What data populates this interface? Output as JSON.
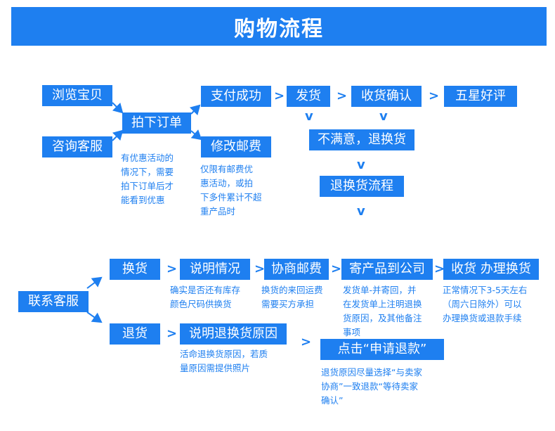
{
  "title": "购物流程",
  "flow1": {
    "browse": "浏览宝贝",
    "consult": "咨询客服",
    "place_order": "拍下订单",
    "pay_success": "支付成功",
    "ship": "发货",
    "confirm_receipt": "收货确认",
    "five_star": "五星好评",
    "modify_postage": "修改邮费",
    "unsatisfied": "不满意，退换货",
    "return_process": "退换货流程",
    "note_order": "有优惠活动的\n情况下，需要\n拍下订单后才\n能看到优惠",
    "note_postage": "仅限有邮费优\n惠活动，或拍\n下多件累计不超\n重产品时"
  },
  "flow2": {
    "contact": "联系客服",
    "exchange": "换货",
    "explain": "说明情况",
    "negotiate": "协商邮费",
    "send_back": "寄产品到公司",
    "receive_process": "收货 办理换货",
    "return": "退货",
    "explain_reason": "说明退换货原因",
    "apply_refund": "点击“申请退款”",
    "note_explain": "确实是否还有库存\n颜色尺码供换货",
    "note_negotiate": "换货的来回运费\n需要买方承担",
    "note_send_back": "发货单-并寄回，并\n在发货单上注明退换\n货原因，及其他备注\n事项",
    "note_receive": "正常情况下3-5天左右\n（周六日除外）可以\n办理换货或退款手续",
    "note_reason": "活命退换货原因，若质\n量原因需提供照片",
    "note_refund": "退货原因尽量选择“与卖家\n协商”一致退款“等待卖家\n确认”"
  },
  "symbols": {
    "right": ">",
    "down": "v"
  },
  "colors": {
    "accent": "#1e7ff0",
    "background": "#ffffff"
  }
}
